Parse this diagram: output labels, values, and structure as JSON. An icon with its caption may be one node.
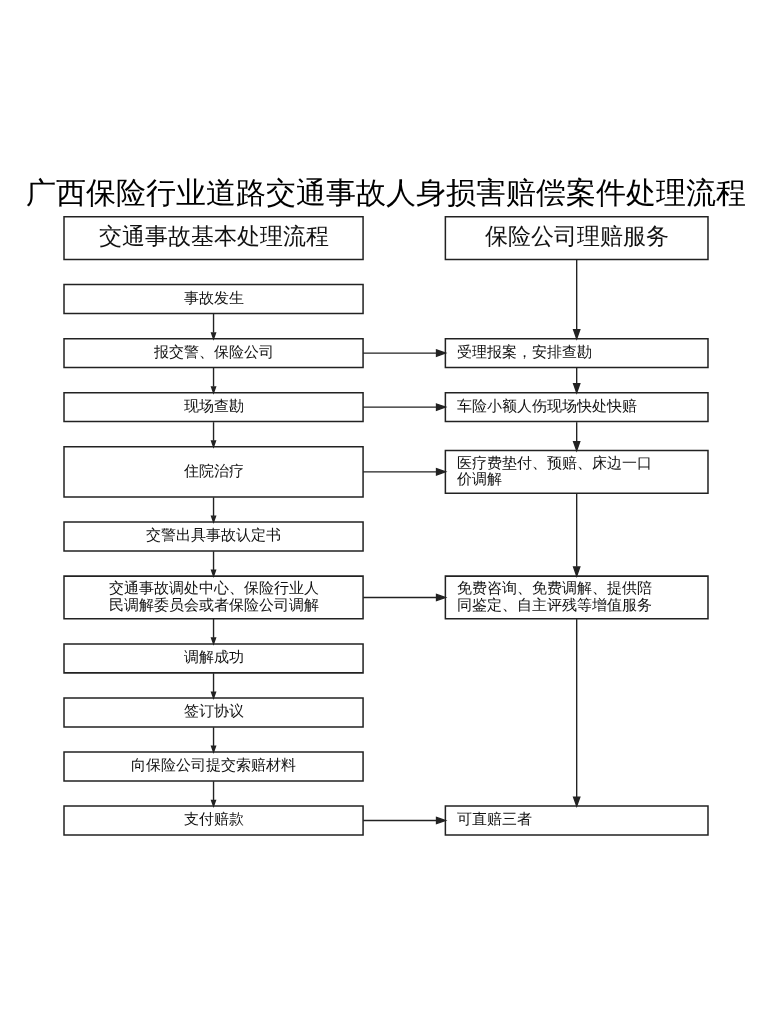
{
  "diagram": {
    "title": "广西保险行业道路交通事故人身损害赔偿案件处理流程",
    "nodes": [
      {
        "text": [
          "交通事故基本处理流程"
        ]
      },
      {
        "text": [
          "保险公司理赔服务"
        ]
      },
      {
        "text": [
          "事故发生"
        ]
      },
      {
        "text": [
          "报交警、保险公司"
        ]
      },
      {
        "text": [
          "受理报案，安排查勘"
        ]
      },
      {
        "text": [
          "现场查勘"
        ]
      },
      {
        "text": [
          "车险小额人伤现场快处快赔"
        ]
      },
      {
        "text": [
          "住院治疗"
        ]
      },
      {
        "text": [
          "医疗费垫付、预赔、床边一口价调解"
        ]
      },
      {
        "text": [
          "交警出具事故认定书"
        ]
      },
      {
        "text": [
          "交通事故调处中心、保险行业人民调解委员会或者保险公司调解"
        ]
      },
      {
        "text": [
          "免费咨询、免费调解、提供陪同鉴定、自主评残等增值服务"
        ]
      },
      {
        "text": [
          "调解成功"
        ]
      },
      {
        "text": [
          "签订协议"
        ]
      },
      {
        "text": [
          "向保险公司提交索赔材料"
        ]
      },
      {
        "text": [
          "支付赔款"
        ]
      },
      {
        "text": [
          "可直赔三者"
        ]
      }
    ],
    "edges": [
      {
        "from": 2,
        "to": 3,
        "arrow": "to"
      },
      {
        "from": 3,
        "to": 5,
        "arrow": "to"
      },
      {
        "from": 5,
        "to": 7,
        "arrow": "to"
      },
      {
        "from": 7,
        "to": 9,
        "arrow": "to"
      },
      {
        "from": 9,
        "to": 10,
        "arrow": "to"
      },
      {
        "from": 10,
        "to": 12,
        "arrow": "to"
      },
      {
        "from": 12,
        "to": 13,
        "arrow": "to"
      },
      {
        "from": 13,
        "to": 14,
        "arrow": "to"
      },
      {
        "from": 14,
        "to": 15,
        "arrow": "to"
      },
      {
        "from": 1,
        "to": 4,
        "arrow": "to"
      },
      {
        "from": 4,
        "to": 6,
        "arrow": "to"
      },
      {
        "from": 6,
        "to": 8,
        "arrow": "to"
      },
      {
        "from": 8,
        "to": 11,
        "arrow": "to"
      },
      {
        "from": 11,
        "to": 16,
        "arrow": "to"
      },
      {
        "from": 3,
        "to": 4,
        "arrow": "to"
      },
      {
        "from": 5,
        "to": 6,
        "arrow": "to"
      },
      {
        "from": 7,
        "to": 8,
        "arrow": "to"
      },
      {
        "from": 10,
        "to": 11,
        "arrow": "to"
      },
      {
        "from": 15,
        "to": 16,
        "arrow": "to"
      }
    ]
  }
}
